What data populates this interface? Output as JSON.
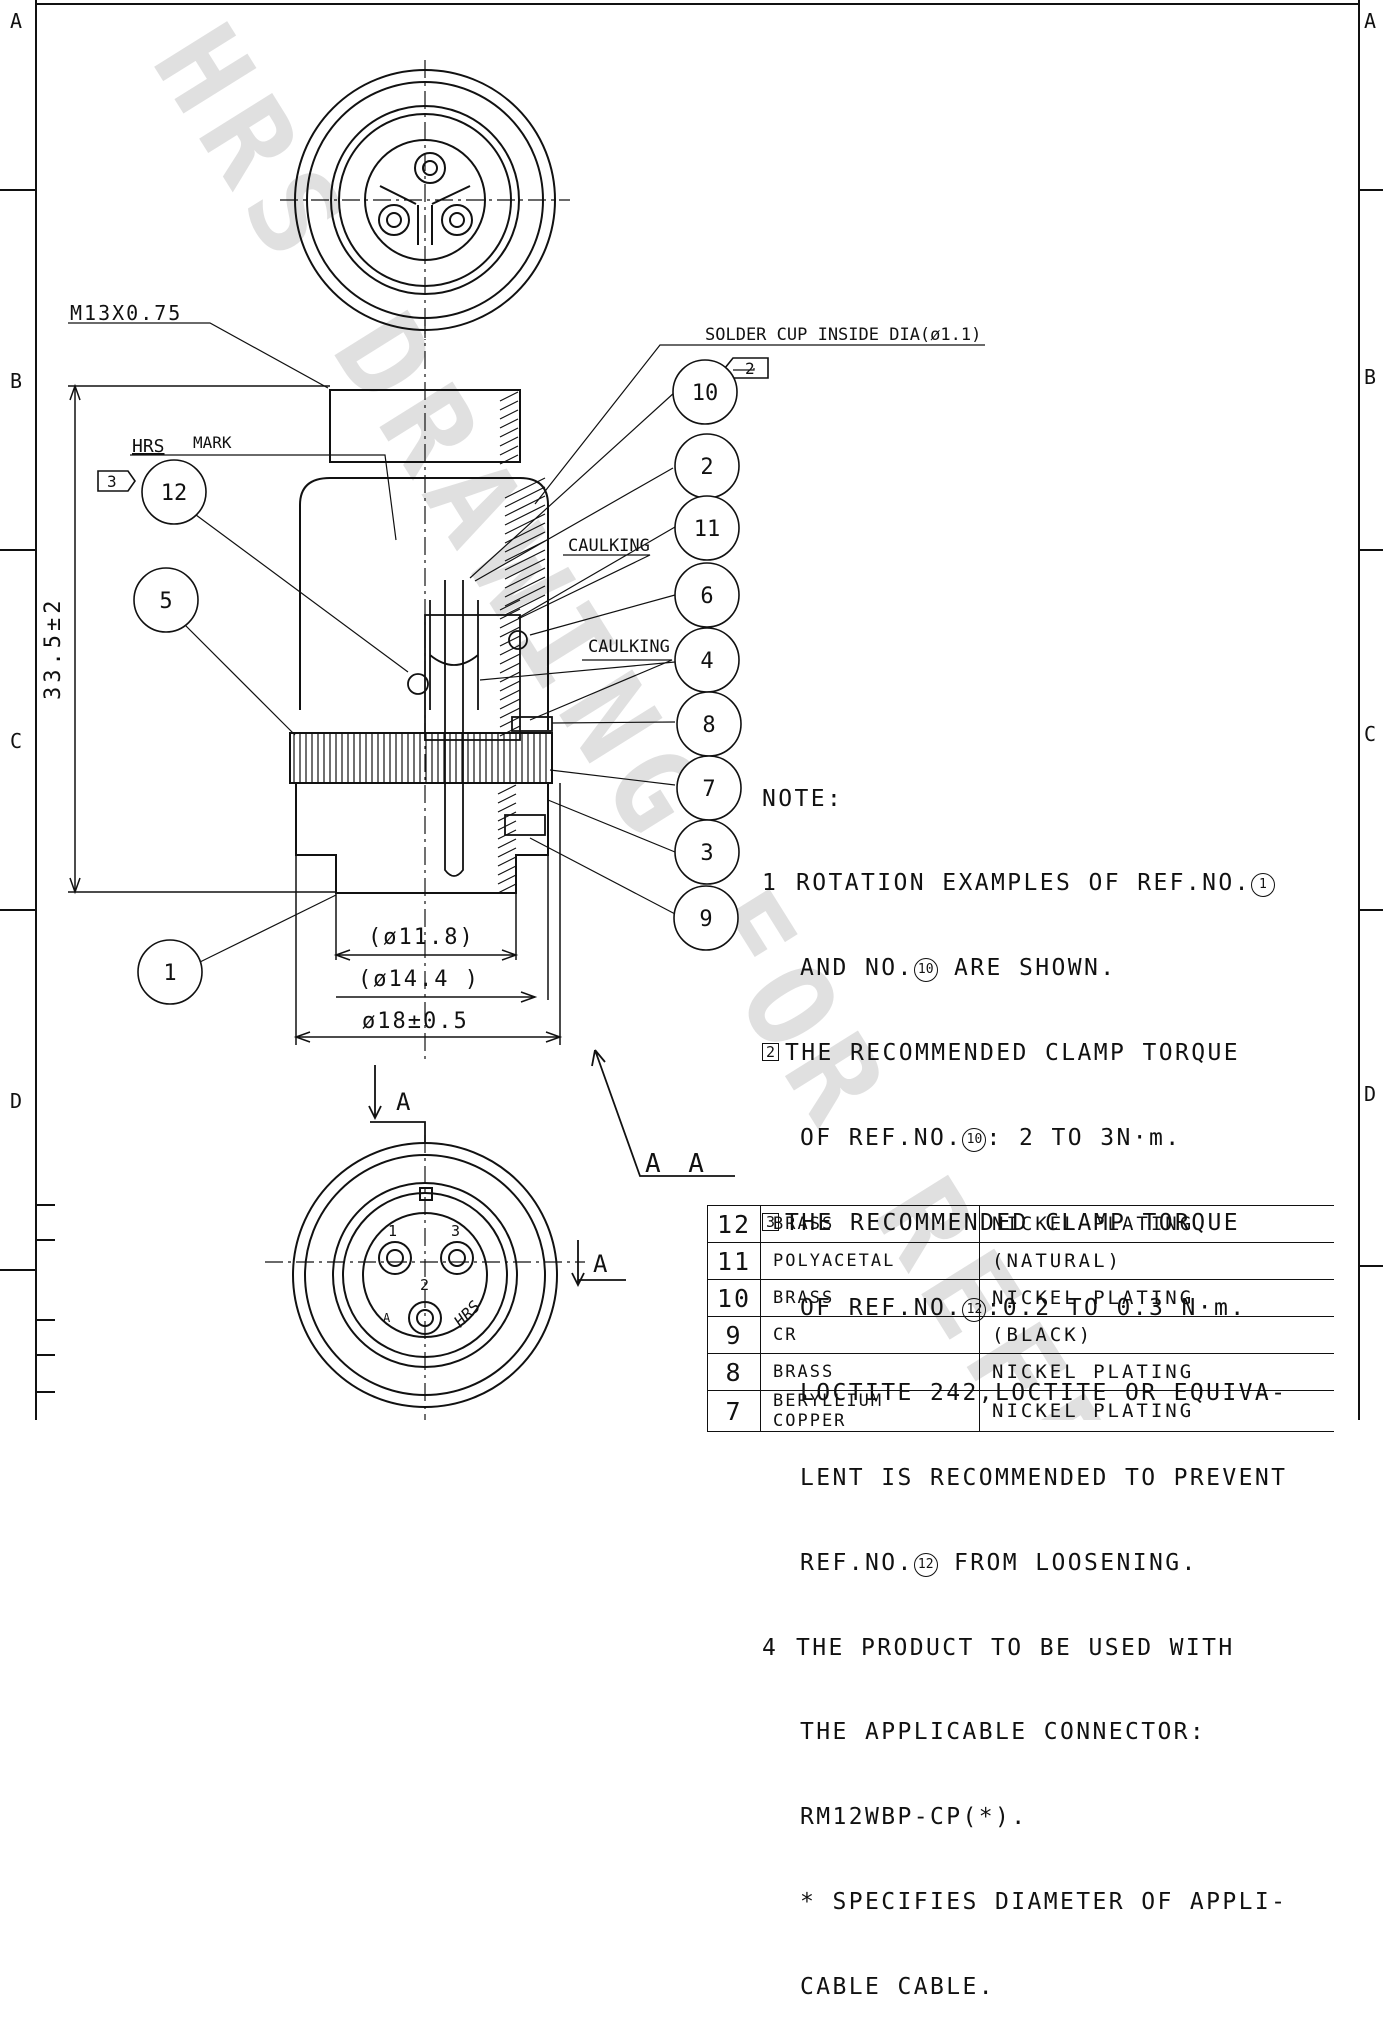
{
  "grid": {
    "rows_left": [
      "A",
      "B",
      "C",
      "D"
    ],
    "rows_right": [
      "A",
      "B",
      "C",
      "D"
    ]
  },
  "callouts": {
    "thread": "M13X0.75",
    "solder_cup": "SOLDER CUP INSIDE DIA(ø1.1)",
    "hrs_logo": "HRS",
    "mark": "MARK",
    "caulking_upper": "CAULKING",
    "caulking_lower": "CAULKING",
    "length": "33.5±2",
    "dim_inner": "(ø11.8)",
    "dim_mid": "(ø14.4 )",
    "dim_outer": "ø18±0.5",
    "section_a_top": "A",
    "section_a_side": "A",
    "section_aa": "A A",
    "pin_1": "1",
    "pin_2": "2",
    "pin_3": "3",
    "key_a": "A",
    "tag_2": "2",
    "tag_3": "3"
  },
  "balloons": [
    "10",
    "2",
    "11",
    "6",
    "4",
    "8",
    "7",
    "3",
    "9",
    "12",
    "5",
    "1"
  ],
  "notes": {
    "title": "NOTE:",
    "n1_num": "1",
    "n1_a": "ROTATION EXAMPLES OF REF.NO.",
    "n1_ref": "1",
    "n1_b": "AND NO.",
    "n1_b_ref": "10",
    "n1_c": "ARE SHOWN.",
    "n2_tag": "2",
    "n2_a": "THE RECOMMENDED CLAMP TORQUE",
    "n2_b": "OF REF.NO.",
    "n2_b_ref": "10",
    "n2_c": ": 2 TO 3N·m.",
    "n3_tag": "3",
    "n3_a": "THE RECOMMENDED CLAMP TORQUE",
    "n3_b": "OF REF.NO.",
    "n3_b_ref": "12",
    "n3_c": ":0.2 TO 0.3 N·m.",
    "n3_d": "LOCTITE 242,LOCTITE OR EQUIVA-",
    "n3_e": "LENT IS RECOMMENDED TO PREVENT",
    "n3_f": "REF.NO.",
    "n3_f_ref": "12",
    "n3_g": "FROM LOOSENING.",
    "n4_num": "4",
    "n4_a": "THE PRODUCT TO BE USED WITH",
    "n4_b": "THE APPLICABLE CONNECTOR:",
    "n4_c": "RM12WBP-CP(*).",
    "n4_d": "* SPECIFIES DIAMETER OF APPLI-",
    "n4_e": "CABLE CABLE."
  },
  "bom": [
    {
      "no": "12",
      "material": "BRASS",
      "finish": "NICKEL PLATING"
    },
    {
      "no": "11",
      "material": "POLYACETAL",
      "finish": "(NATURAL)"
    },
    {
      "no": "10",
      "material": "BRASS",
      "finish": "NICKEL PLATING"
    },
    {
      "no": "9",
      "material": "CR",
      "finish": "(BLACK)"
    },
    {
      "no": "8",
      "material": "BRASS",
      "finish": "NICKEL PLATING"
    },
    {
      "no": "7",
      "material": "BERYLLIUM COPPER",
      "finish": "NICKEL PLATING"
    }
  ],
  "watermark": "HRS DRAWING FOR REFERENCE"
}
